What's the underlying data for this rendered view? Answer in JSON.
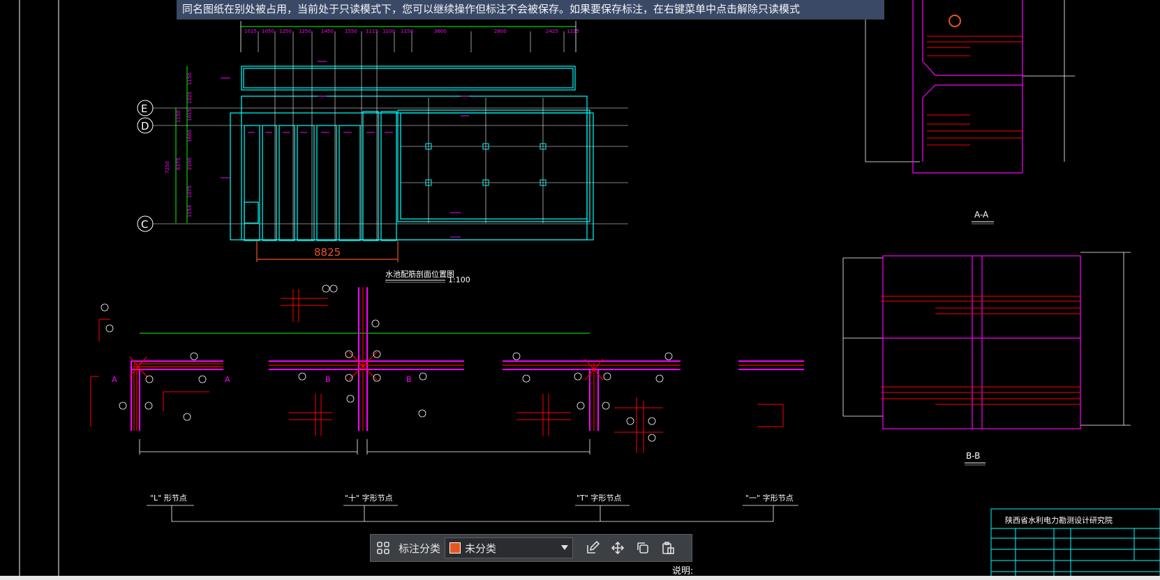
{
  "banner": {
    "message": "同名图纸在别处被占用，当前处于只读模式下，您可以继续操作但标注不会被保存。如果要保存标注，在右键菜单中点击解除只读模式"
  },
  "drawing": {
    "dim_total": "8825",
    "plan_title": "水池配筋剖面位置图",
    "plan_scale": "1:100",
    "axis_labels": [
      "E",
      "D",
      "C"
    ],
    "top_dims": [
      "1015",
      "1050",
      "1250",
      "1250",
      "1450",
      "1550",
      "1115",
      "1100",
      "1150",
      "3600",
      "2800",
      "2425",
      "1225"
    ],
    "left_dims": [
      "1150",
      "1025",
      "1015",
      "1150",
      "1600",
      "2100",
      "1075",
      "1154",
      "6375",
      "7250"
    ],
    "node_labels": [
      "\"L\" 形节点",
      "\"十\" 字形节点",
      "\"T\" 字形节点",
      "\"一\" 字形节点"
    ],
    "section_labels": [
      "A-A",
      "B-B"
    ],
    "section_marks": [
      "A",
      "A",
      "B",
      "B"
    ],
    "notes_label": "说明:",
    "title_block": {
      "institute": "陕西省水利电力勘测设计研究院"
    }
  },
  "toolbar": {
    "category_label": "标注分类",
    "selected_category": "未分类",
    "category_color": "#e8561f"
  },
  "colors": {
    "accent_dim": "#e8561f",
    "cad_magenta": "#ff00ff",
    "cad_cyan": "#00ffff",
    "cad_green": "#00ff00",
    "cad_red": "#ff0000",
    "cad_white": "#ffffff"
  },
  "icons": [
    "grid-icon",
    "edit-icon",
    "move-icon",
    "copy-icon",
    "paste-icon"
  ]
}
